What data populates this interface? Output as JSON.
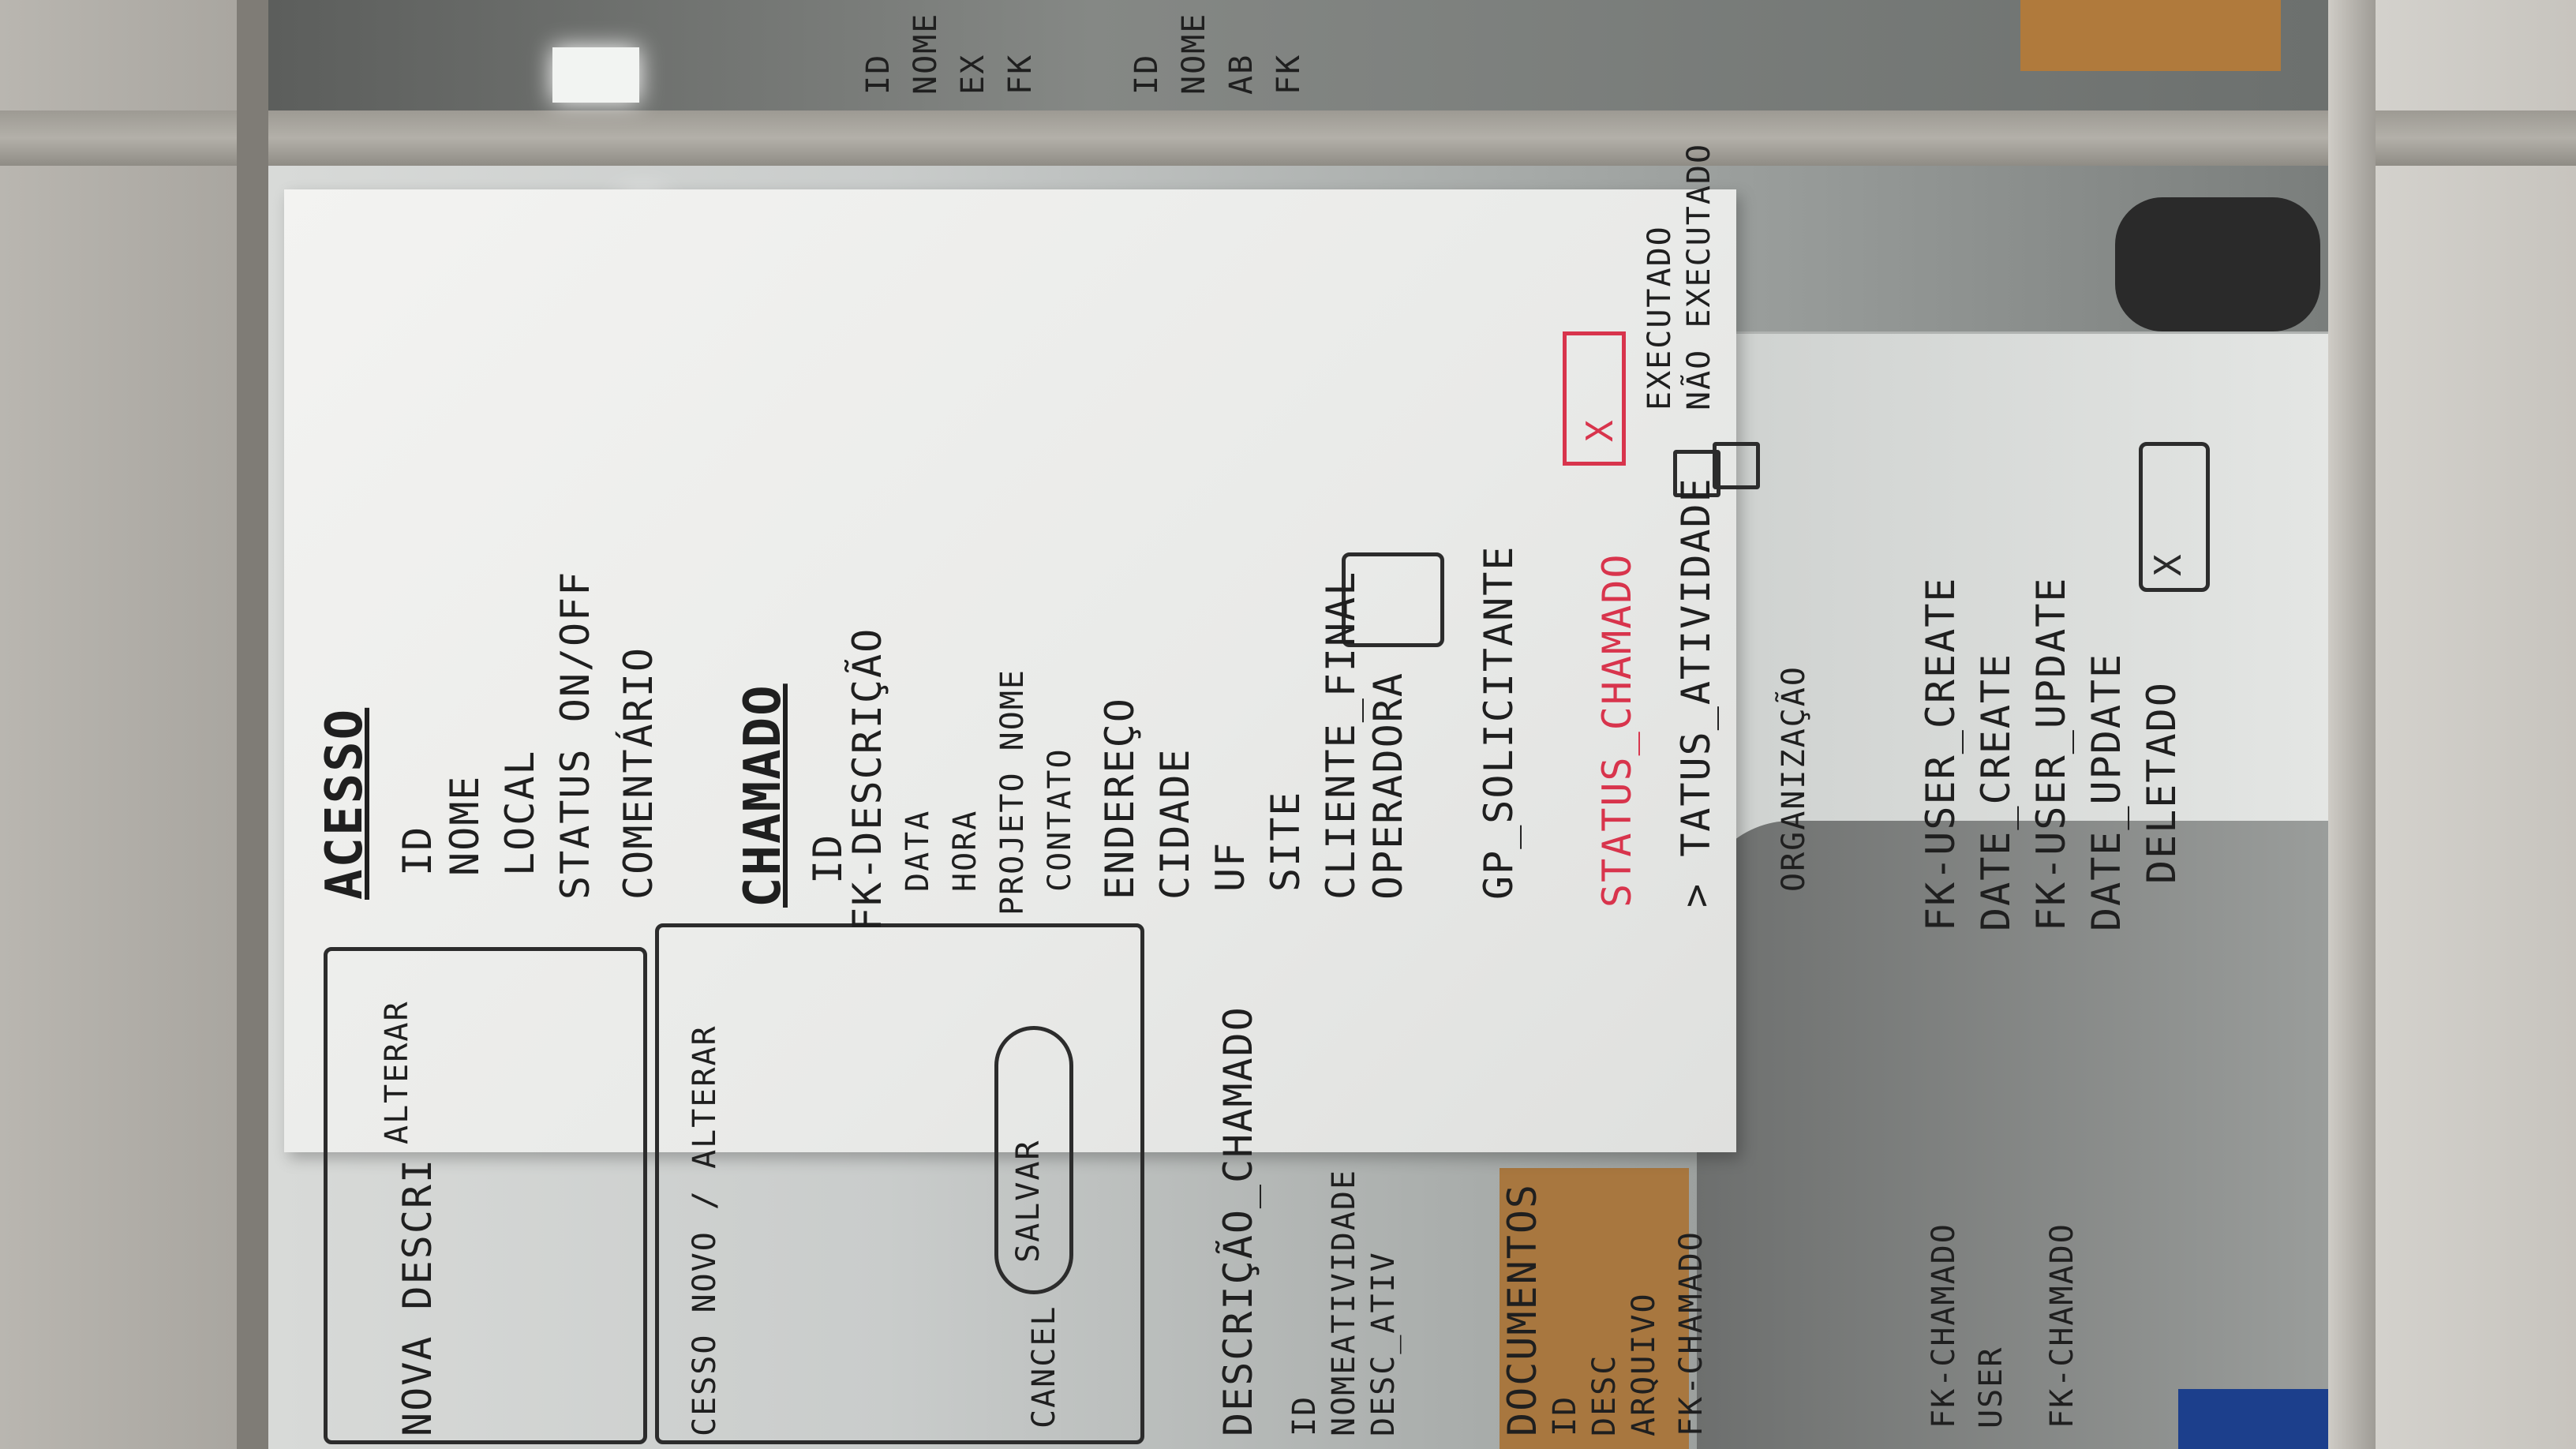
{
  "acesso": {
    "heading": "ACESSO",
    "fields": [
      "ID",
      "NOME",
      "LOCAL",
      "STATUS ON/OFF",
      "COMENTÁRIO"
    ]
  },
  "chamado": {
    "heading": "CHAMADO",
    "fields": [
      "ID",
      "FK-DESCRIÇÃO",
      "DATA",
      "HORA",
      "PROJETO NOME",
      "CONTATO",
      "ENDEREÇO",
      "CIDADE",
      "UF",
      "SITE",
      "CLIENTE_FINAL",
      "OPERADORA",
      "GP_SOLICITANTE"
    ]
  },
  "status": {
    "chamado_label": "STATUS_CHAMADO",
    "atividade_label": "> TATUS_ATIVIDADE",
    "executado": "EXECUTADO",
    "nao_executado": "NÃO EXECUTADO",
    "checkbox_mark": "X"
  },
  "wireframes": {
    "alterar": "ALTERAR",
    "nova_descricao": "NOVA DESCRI",
    "acesso_novo_alterar": "CESSO NOVO / ALTERAR",
    "salvar": "SALVAR",
    "cancel": "CANCEL"
  },
  "descricao": {
    "heading": "DESCRIÇÃO_CHAMADO",
    "fields": [
      "ID",
      "NOMEATIVIDADE",
      "DESC_ATIV"
    ]
  },
  "documentos": {
    "heading": "DOCUMENTOS",
    "fields": [
      "ID",
      "DESC",
      "ARQUIVO",
      "FK-CHAMADO"
    ]
  },
  "audit": {
    "fields": [
      "FK-USER_CREATE",
      "DATE_CREATE",
      "FK-USER_UPDATE",
      "DATE_UPDATE",
      "DELETADO"
    ],
    "box_mark": "X",
    "obs": "ORGANIZAÇÃO"
  },
  "bottom_right": {
    "fields": [
      "FK-CHAMADO",
      "USER",
      "FK-CHAMADO"
    ]
  },
  "top_right": {
    "fields": [
      "ID",
      "NOME",
      "EX",
      "FK",
      "ID",
      "NOME",
      "AB",
      "FK"
    ]
  }
}
